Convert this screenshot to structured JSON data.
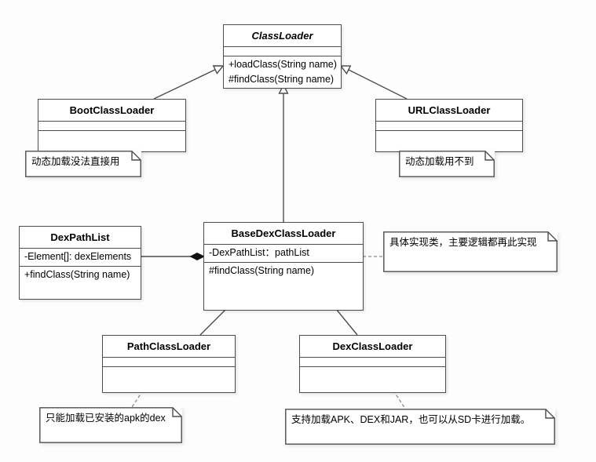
{
  "diagram": {
    "type": "uml-class-diagram",
    "title": "Android ClassLoader hierarchy",
    "background_color": "#fdfdfd",
    "line_color": "#4d4d4d",
    "box_fill": "#ffffff"
  },
  "classes": [
    {
      "id": "classloader",
      "name": "ClassLoader",
      "abstract": true,
      "attributes": [],
      "methods": [
        "+loadClass(String name)",
        "#findClass(String name)"
      ]
    },
    {
      "id": "bootclassloader",
      "name": "BootClassLoader",
      "abstract": false,
      "attributes": [],
      "methods": []
    },
    {
      "id": "urlclassloader",
      "name": "URLClassLoader",
      "abstract": false,
      "attributes": [],
      "methods": []
    },
    {
      "id": "dexpathlist",
      "name": "DexPathList",
      "abstract": false,
      "attributes": [
        "-Element[]: dexElements"
      ],
      "methods": [
        "+findClass(String name)"
      ]
    },
    {
      "id": "basedexclassloader",
      "name": "BaseDexClassLoader",
      "abstract": false,
      "attributes": [
        "-DexPathList：pathList"
      ],
      "methods": [
        "#findClass(String name)"
      ]
    },
    {
      "id": "pathclassloader",
      "name": "PathClassLoader",
      "abstract": false,
      "attributes": [],
      "methods": []
    },
    {
      "id": "dexclassloader",
      "name": "DexClassLoader",
      "abstract": false,
      "attributes": [],
      "methods": []
    }
  ],
  "notes": [
    {
      "id": "note-boot",
      "text": "动态加载没法直接用",
      "attached_to": "bootclassloader"
    },
    {
      "id": "note-url",
      "text": "动态加载用不到",
      "attached_to": "urlclassloader"
    },
    {
      "id": "note-base",
      "text": "具体实现类，主要逻辑都再此实现",
      "attached_to": "basedexclassloader"
    },
    {
      "id": "note-path",
      "text": "只能加载已安装的apk的dex",
      "attached_to": "pathclassloader"
    },
    {
      "id": "note-dex",
      "text": "支持加载APK、DEX和JAR，也可以从SD卡进行加载。",
      "attached_to": "dexclassloader"
    }
  ],
  "relationships": [
    {
      "from": "bootclassloader",
      "to": "classloader",
      "type": "generalization"
    },
    {
      "from": "urlclassloader",
      "to": "classloader",
      "type": "generalization"
    },
    {
      "from": "basedexclassloader",
      "to": "classloader",
      "type": "generalization"
    },
    {
      "from": "pathclassloader",
      "to": "basedexclassloader",
      "type": "generalization"
    },
    {
      "from": "dexclassloader",
      "to": "basedexclassloader",
      "type": "generalization"
    },
    {
      "from": "basedexclassloader",
      "to": "dexpathlist",
      "type": "composition"
    }
  ]
}
